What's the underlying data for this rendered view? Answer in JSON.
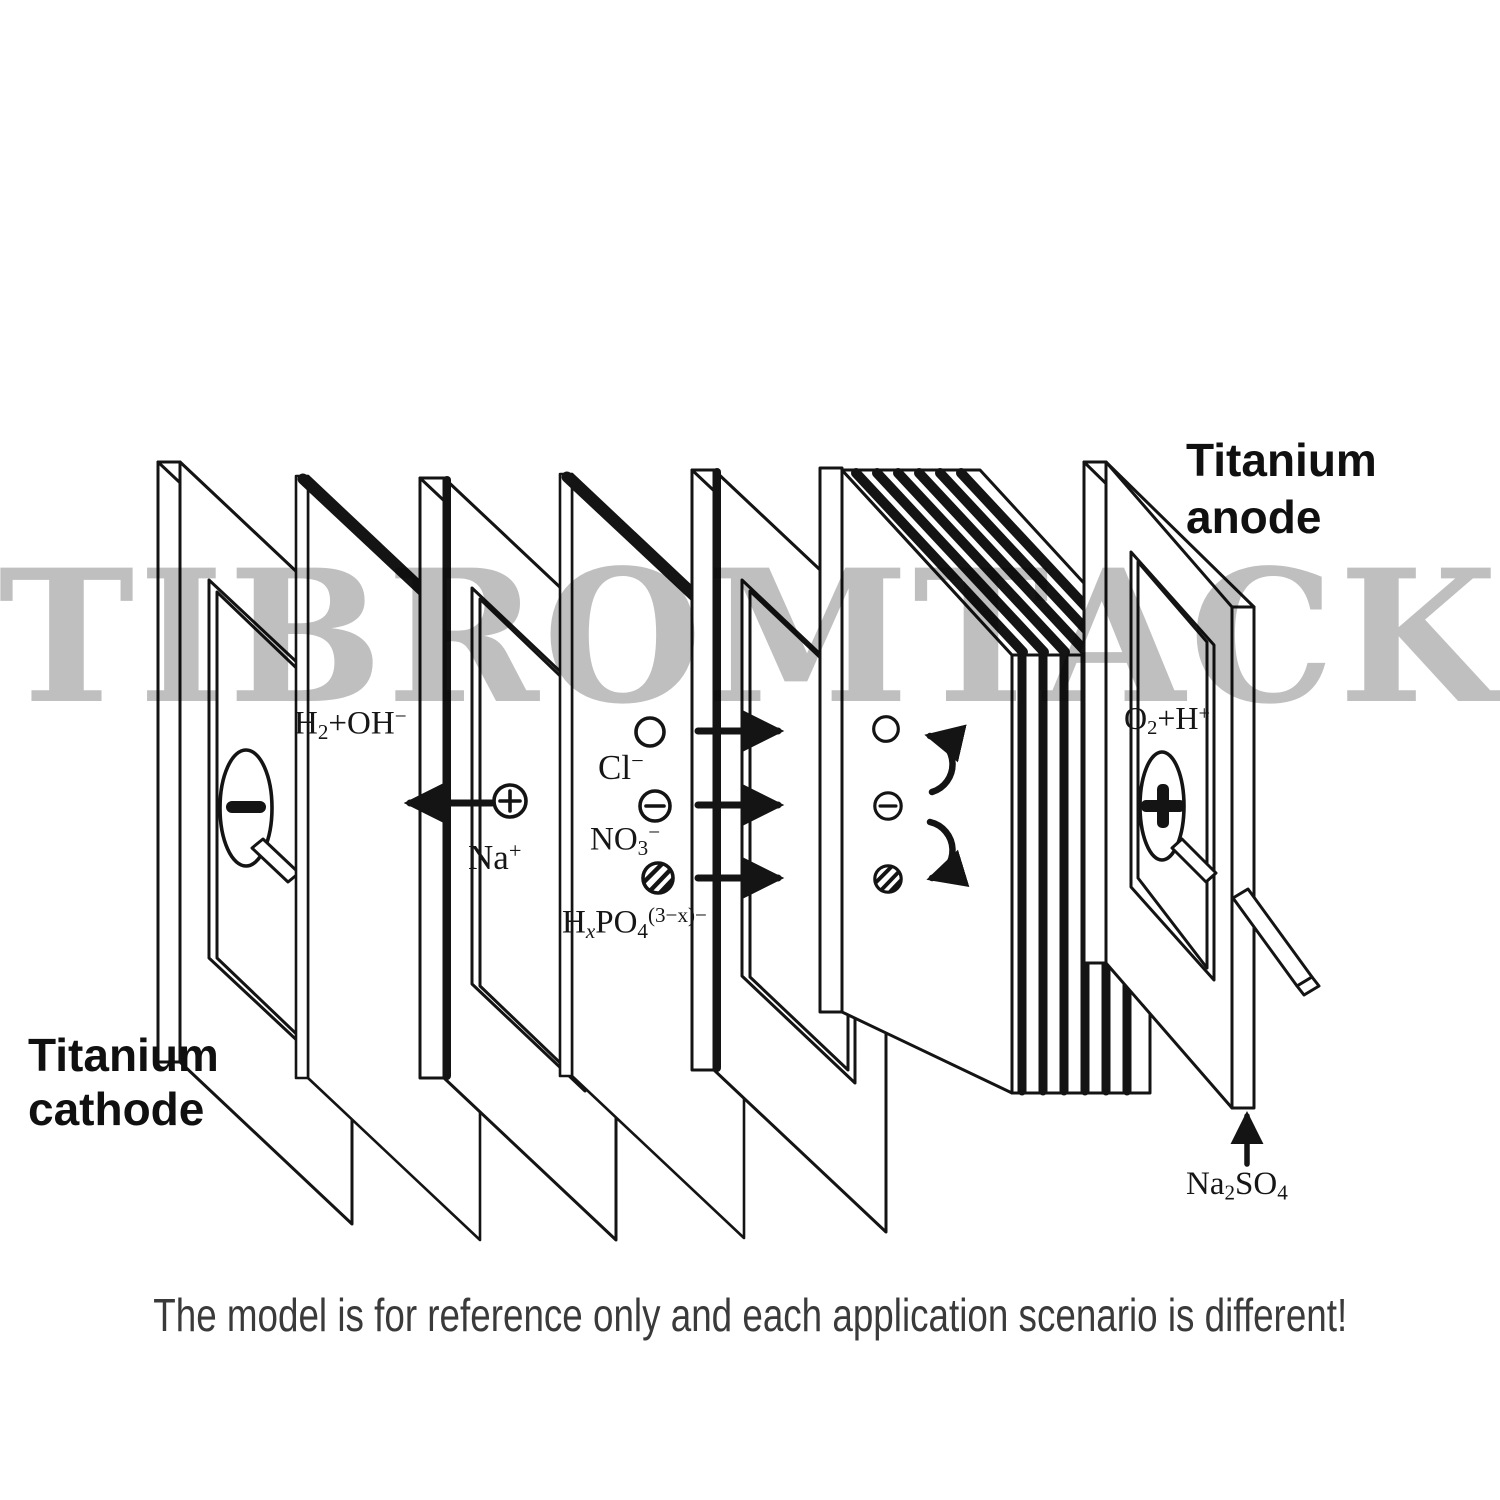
{
  "watermark": {
    "text": "TIBROMTACK",
    "color": "#bdbdbd"
  },
  "caption": "The model is for reference only and each application scenario is different!",
  "electrodes": {
    "anode_label": [
      "Titanium",
      "anode"
    ],
    "cathode_label": [
      "Titanium",
      "cathode"
    ]
  },
  "species": {
    "cathode_products": [
      [
        "H"
      ],
      [
        "2",
        "sub"
      ],
      [
        "+OH"
      ],
      [
        "−",
        "sup"
      ]
    ],
    "sodium": [
      [
        "Na"
      ],
      [
        "+",
        "sup"
      ]
    ],
    "chloride": [
      [
        "Cl"
      ],
      [
        "−",
        "sup"
      ]
    ],
    "nitrate": [
      [
        "NO"
      ],
      [
        "3",
        "sub"
      ],
      [
        "−",
        "sup"
      ]
    ],
    "phosphate": [
      [
        "H"
      ],
      [
        "x",
        "subi"
      ],
      [
        "PO"
      ],
      [
        "4",
        "sub"
      ],
      [
        "(3−x)−",
        "sup"
      ]
    ],
    "anode_products": [
      [
        "O"
      ],
      [
        "2",
        "sub"
      ],
      [
        "+H"
      ],
      [
        "+",
        "sup"
      ]
    ],
    "electrolyte": [
      [
        "Na"
      ],
      [
        "2",
        "sub"
      ],
      [
        "SO"
      ],
      [
        "4",
        "sub"
      ]
    ]
  },
  "symbols": {
    "cathode_terminal": "−",
    "anode_terminal": "+",
    "cation_symbol": "circle-with-plus",
    "anion_symbols": [
      "open-circle",
      "circle-with-minus",
      "hatched-circle"
    ]
  },
  "colors": {
    "line": "#161616",
    "watermark_gray": "#bdbdbd",
    "caption_gray": "#3a3a3a",
    "background": "#ffffff"
  }
}
